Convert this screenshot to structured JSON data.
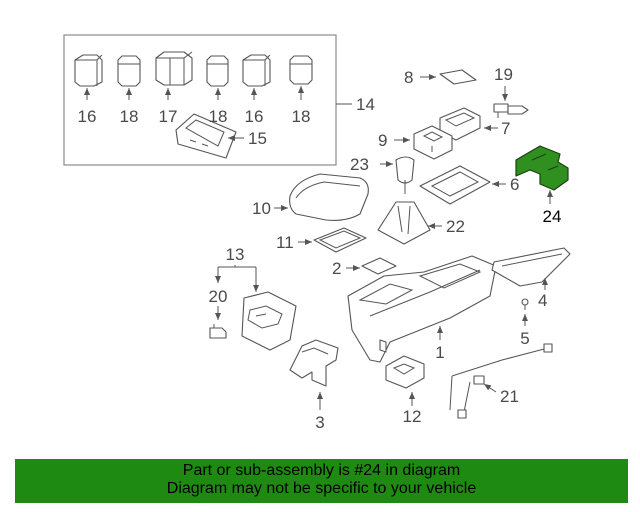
{
  "diagram": {
    "callouts": [
      "16",
      "18",
      "17",
      "18",
      "16",
      "18",
      "14",
      "15",
      "8",
      "19",
      "9",
      "7",
      "23",
      "6",
      "24",
      "10",
      "22",
      "11",
      "13",
      "2",
      "4",
      "20",
      "5",
      "1",
      "21",
      "3",
      "12"
    ],
    "highlight_part": "24",
    "colors": {
      "highlight": "#2f8f1f",
      "linework": "#555555",
      "banner": "#1f8a12"
    }
  },
  "banner": {
    "line1": "Part or sub-assembly is #24 in diagram",
    "line2": "Diagram may not be specific to your vehicle"
  }
}
